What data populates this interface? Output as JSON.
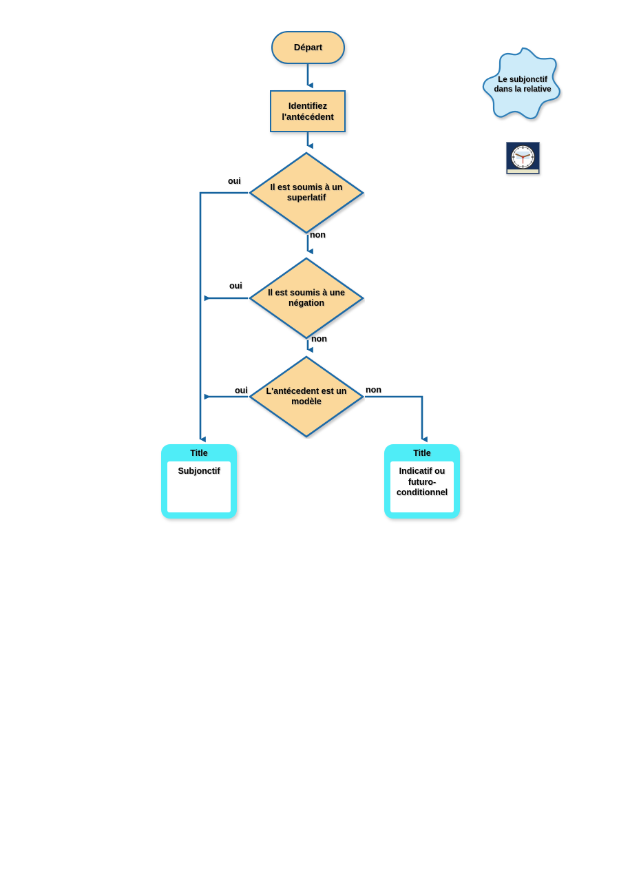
{
  "diagram": {
    "title_blob": "Le subjonctif dans la relative",
    "start": {
      "label": "Départ"
    },
    "process": {
      "label": "Identifiez l'antécédent"
    },
    "decisions": [
      {
        "id": "superlatif",
        "label": "Il est soumis à un superlatif",
        "yes_label": "oui",
        "no_label": "non"
      },
      {
        "id": "negation",
        "label": "Il est soumis à une négation",
        "yes_label": "oui",
        "no_label": "non"
      },
      {
        "id": "modele",
        "label": "L'antécedent est un modèle",
        "yes_label": "oui",
        "no_label": "non"
      }
    ],
    "results": [
      {
        "id": "subjonctif",
        "title": "Title",
        "body": "Subjonctif"
      },
      {
        "id": "indicatif",
        "title": "Title",
        "body": "Indicatif ou futuro-conditionnel"
      }
    ],
    "icons": {
      "clock": "clock-icon"
    },
    "colors": {
      "node_fill": "#FBD89B",
      "node_border": "#1C6BA8",
      "connector": "#15639E",
      "card_fill": "#4FEDF7",
      "card_body": "#FFFFFF",
      "blob_fill": "#CDEBF9",
      "blob_border": "#2E7FB8",
      "clock_bg": "#16305C"
    }
  }
}
